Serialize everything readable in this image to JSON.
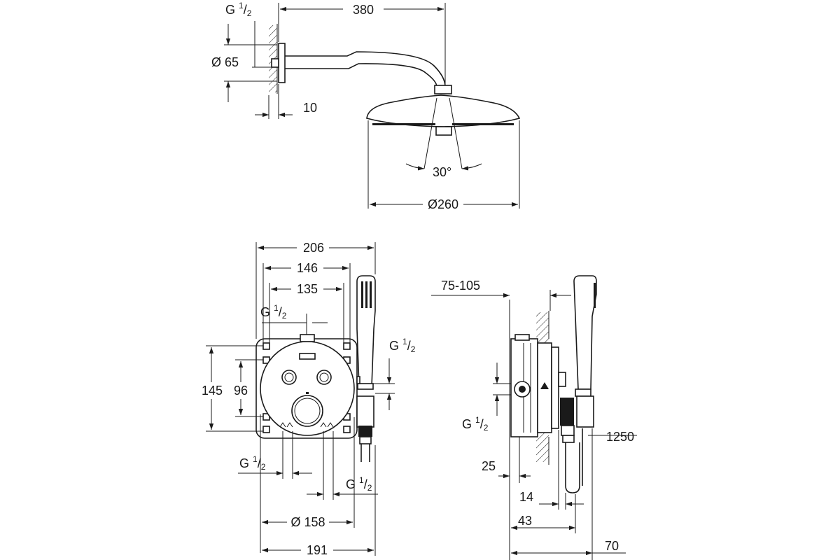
{
  "dimensions": {
    "arm_length": "380",
    "flange_diameter": "Ø 65",
    "flange_depth": "10",
    "spray_angle": "30°",
    "head_diameter": "Ø260",
    "plate_width_outer": "206",
    "plate_width_mid": "146",
    "plate_width_inner": "135",
    "plate_height": "145",
    "button_spacing": "96",
    "dial_diameter": "Ø 158",
    "bottom_span": "191",
    "wall_depth": "75-105",
    "plate_projection": "25",
    "offset_14": "14",
    "offset_43": "43",
    "offset_70": "70",
    "hose_length": "1250"
  },
  "thread": {
    "letter": "G",
    "numerator": "1",
    "denominator": "2"
  },
  "colors": {
    "line": "#1a1a1a",
    "background": "#ffffff"
  }
}
